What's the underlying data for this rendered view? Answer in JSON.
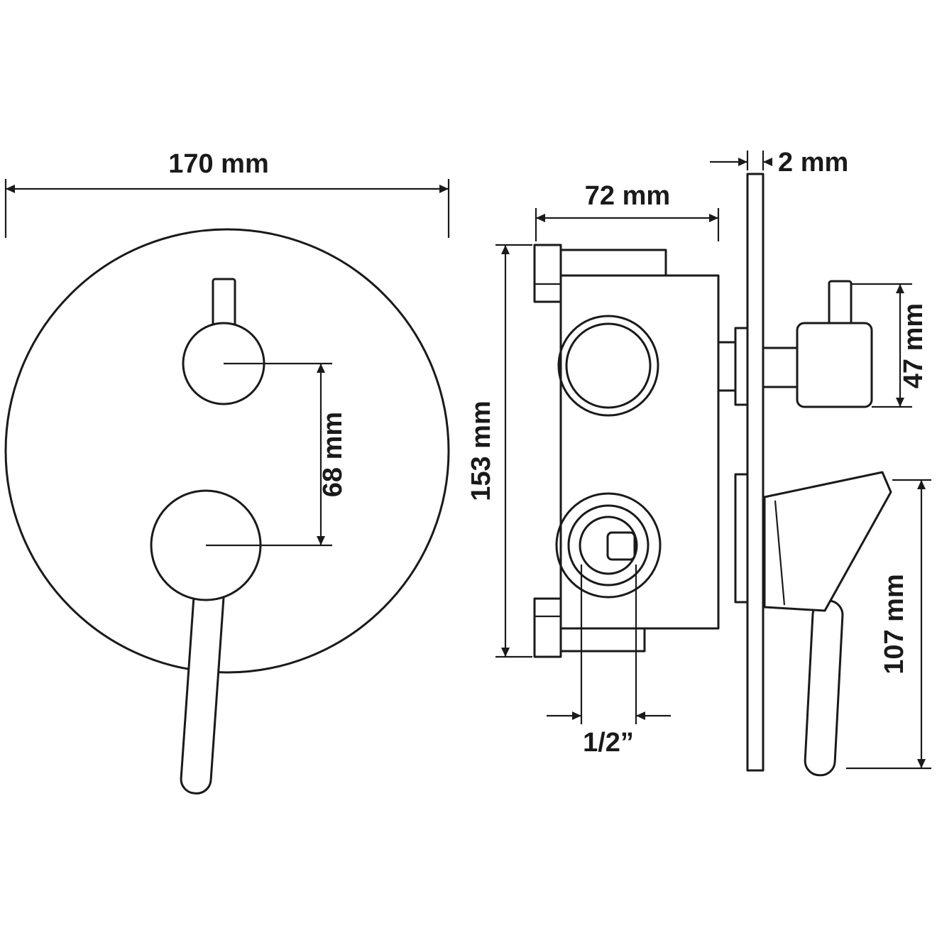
{
  "drawing": {
    "type": "technical-dimension-drawing",
    "line_color": "#1a1a1a",
    "background_color": "#ffffff",
    "views": {
      "front_view": "round concealed mixer plate with two knobs and lever",
      "side_view": "concealed valve body behind wall plate with handles"
    },
    "labels": {
      "front_diameter": "170 mm",
      "knob_spacing": "68 mm",
      "body_width": "72 mm",
      "plate_thickness": "2 mm",
      "body_height": "153 mm",
      "top_handle_height": "47 mm",
      "lever_length": "107 mm",
      "connection_size": "1/2”"
    }
  }
}
